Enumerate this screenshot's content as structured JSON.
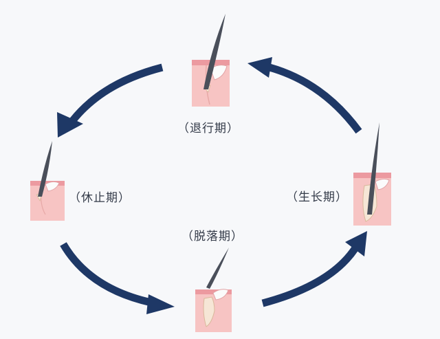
{
  "stages": {
    "catagen": {
      "label": "（退行期）"
    },
    "telogen": {
      "label": "（休止期）"
    },
    "anagen": {
      "label": "（生长期）"
    },
    "exogen": {
      "label": "（脱落期）"
    }
  },
  "colors": {
    "background": "#f7f8fa",
    "arrow": "#1e3866",
    "skin": "#f7c4c3",
    "skin_edge": "#ec9aa0",
    "hair": "#4a4f5a",
    "follicle": "#f6e6d6",
    "label_text": "#333a48"
  },
  "arrows": [
    {
      "from": "catagen",
      "to": "telogen",
      "direction": "counterclockwise"
    },
    {
      "from": "telogen",
      "to": "exogen",
      "direction": "counterclockwise"
    },
    {
      "from": "exogen",
      "to": "anagen",
      "direction": "counterclockwise"
    },
    {
      "from": "anagen",
      "to": "catagen",
      "direction": "counterclockwise"
    }
  ]
}
